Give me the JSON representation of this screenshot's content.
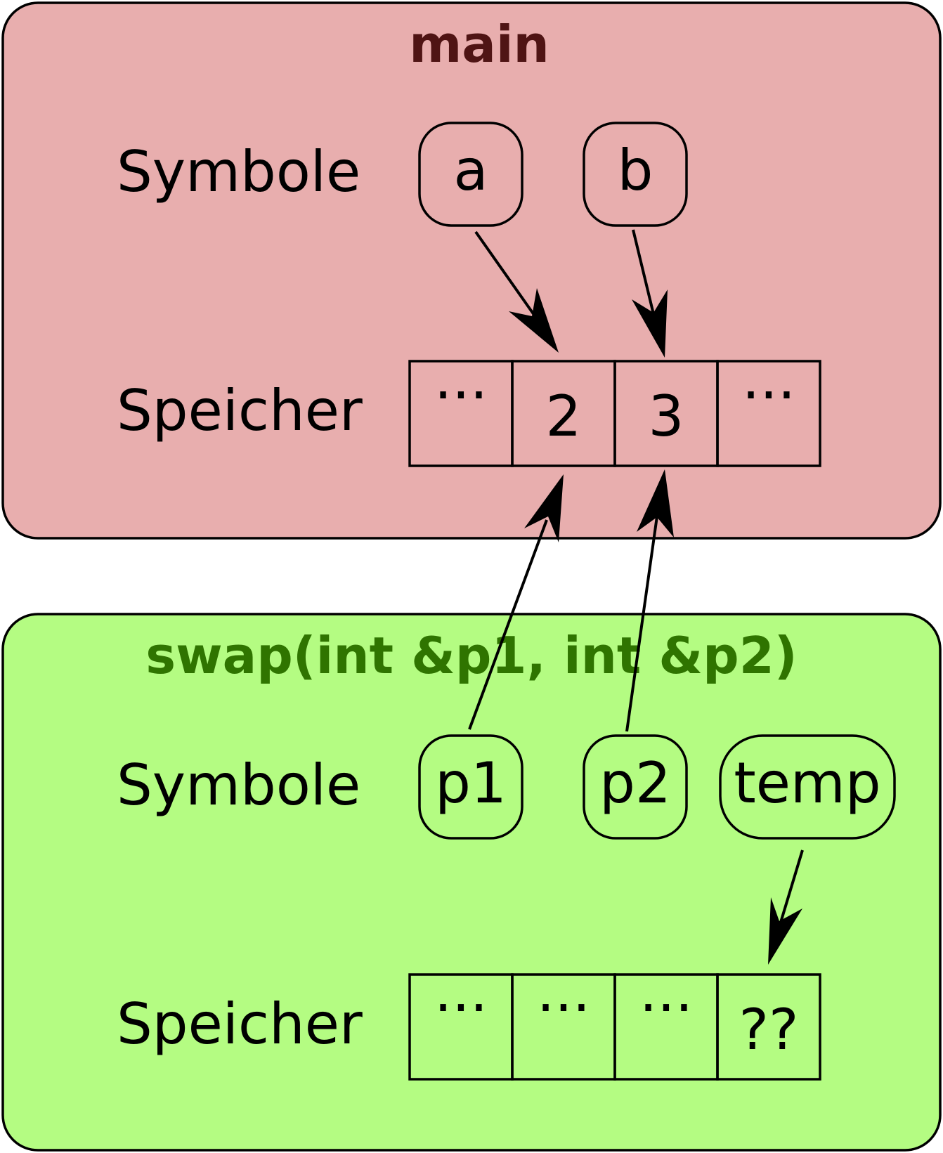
{
  "frames": [
    {
      "id": "main",
      "title": "main",
      "title_color": "#4f1414",
      "fill": "#e8aeae",
      "symbols_label": "Symbole",
      "memory_label": "Speicher",
      "symbols": [
        "a",
        "b"
      ],
      "cells": [
        "···",
        "2",
        "3",
        "···"
      ]
    },
    {
      "id": "swap",
      "title": "swap(int &p1, int &p2)",
      "title_color": "#2f7400",
      "fill": "#b4fc82",
      "symbols_label": "Symbole",
      "memory_label": "Speicher",
      "symbols": [
        "p1",
        "p2",
        "temp"
      ],
      "cells": [
        "···",
        "···",
        "···",
        "??"
      ]
    }
  ],
  "references": [
    {
      "from": "a",
      "to": "main cell 2"
    },
    {
      "from": "b",
      "to": "main cell 3"
    },
    {
      "from": "p1",
      "to": "main cell 2"
    },
    {
      "from": "p2",
      "to": "main cell 3"
    },
    {
      "from": "temp",
      "to": "swap cell 4"
    }
  ]
}
